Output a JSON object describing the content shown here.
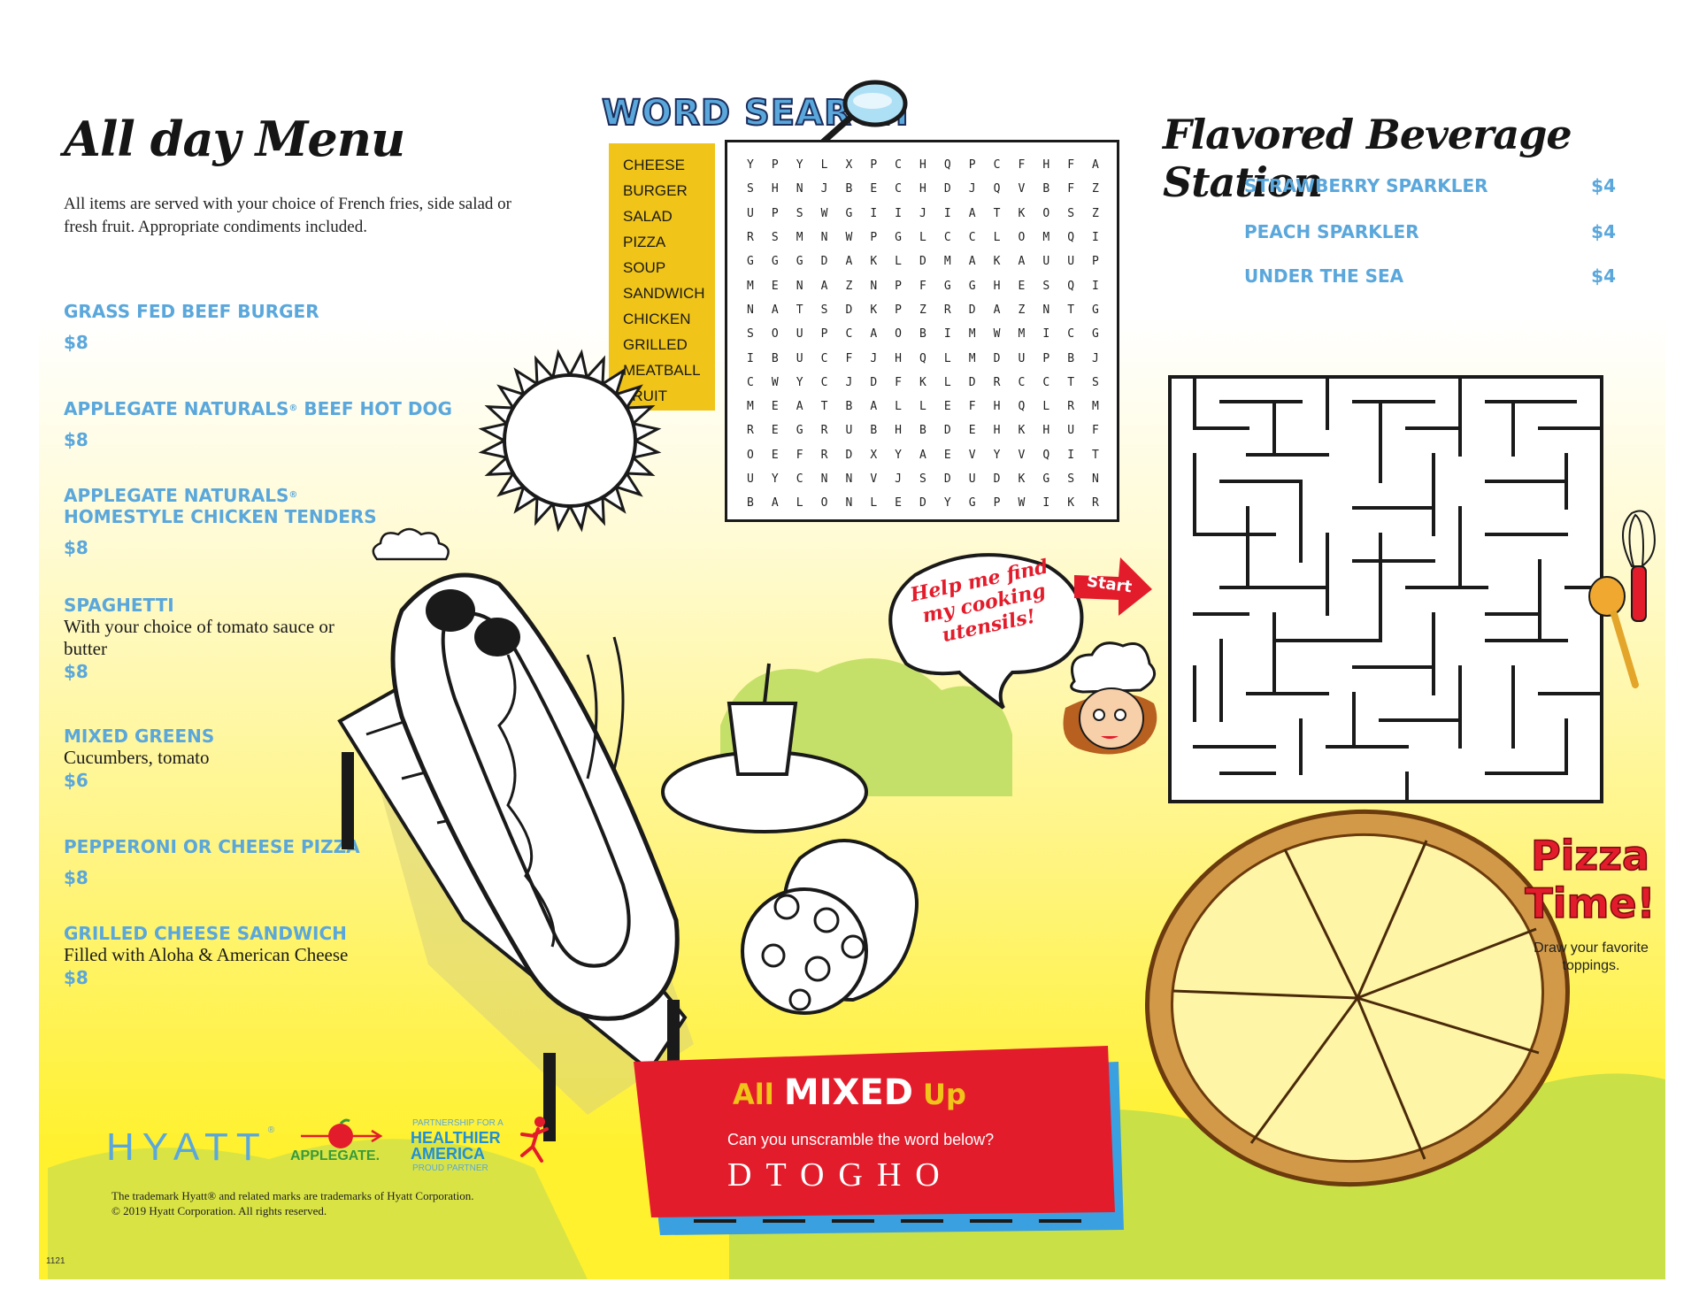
{
  "menu": {
    "title": "All day Menu",
    "intro": "All items are served with your choice of French fries, side salad or fresh fruit. Appropriate condiments included.",
    "items": [
      {
        "name": "Grass Fed Beef Burger",
        "desc": "",
        "price": "$8"
      },
      {
        "name": "Applegate Naturals",
        "sup": "®",
        "name2": " Beef Hot Dog",
        "desc": "",
        "price": "$8"
      },
      {
        "name": "Applegate Naturals",
        "sup": "®",
        "name2": "Homestyle Chicken Tenders",
        "desc": "",
        "price": "$8"
      },
      {
        "name": "Spaghetti",
        "desc": "With your choice of tomato sauce or butter",
        "price": "$8"
      },
      {
        "name": "Mixed Greens",
        "desc": "Cucumbers, tomato",
        "price": "$6"
      },
      {
        "name": "Pepperoni or Cheese Pizza",
        "desc": "",
        "price": "$8"
      },
      {
        "name": "Grilled Cheese Sandwich",
        "desc": "Filled with Aloha & American Cheese",
        "price": "$8"
      }
    ]
  },
  "word_search": {
    "title": "WORD SEARCH",
    "words": [
      "CHEESE",
      "BURGER",
      "SALAD",
      "PIZZA",
      "SOUP",
      "SANDWICH",
      "CHICKEN",
      "GRILLED",
      "MEATBALL",
      "FRUIT"
    ],
    "grid": [
      "YPYLXPCHQPCFHFA",
      "SHNJBECHDJQVBFZ",
      "UPSWGIIJIATKOSZ",
      "RSMNWPGLCCLOMQI",
      "GGGDAKLDMAKAUUP",
      "MENAZNPFGGHESQI",
      "NATSDKPZRDAZNTG",
      "SOUPCAOBIMWMICG",
      "IBUCFJHQLMDUPBJ",
      "CWYCJDFKLDRCCTS",
      "MEATBALLEFHQLRM",
      "REGRUBHBDEHKHUF",
      "OEFRDXYAEVYVQIT",
      "UYCNNVJSDUDKGSN",
      "BALONLEDYGPWIKR"
    ]
  },
  "beverages": {
    "title": "Flavored Beverage Station",
    "items": [
      {
        "name": "STRAWBERRY SPARKLER",
        "price": "$4"
      },
      {
        "name": "PEACH SPARKLER",
        "price": "$4"
      },
      {
        "name": "UNDER THE SEA",
        "price": "$4"
      }
    ]
  },
  "maze": {
    "start_label": "Start",
    "bubble": "Help me find my cooking utensils!"
  },
  "pizza_time": {
    "title": "Pizza Time!",
    "subtitle": "Draw your favorite toppings."
  },
  "scramble": {
    "title_prefix": "All",
    "title_mid": "MIXED",
    "title_suffix": "Up",
    "question": "Can you unscramble the word below?",
    "word": "DTOGHO",
    "blank_count": 6
  },
  "footer": {
    "hyatt": "HYATT",
    "hyatt_mark": "®",
    "applegate": "APPLEGATE.",
    "partnership_top": "PARTNERSHIP FOR A",
    "partnership_main": "HEALTHIER AMERICA",
    "partnership_bottom": "PROUD PARTNER",
    "legal_1": "The trademark Hyatt® and related marks are trademarks of Hyatt Corporation.",
    "legal_2": "© 2019 Hyatt Corporation. All rights reserved.",
    "code": "1121"
  },
  "colors": {
    "accent_blue": "#5aa7dc",
    "red": "#e31c2b",
    "yellow": "#f0c419",
    "green": "#a6d24a"
  }
}
